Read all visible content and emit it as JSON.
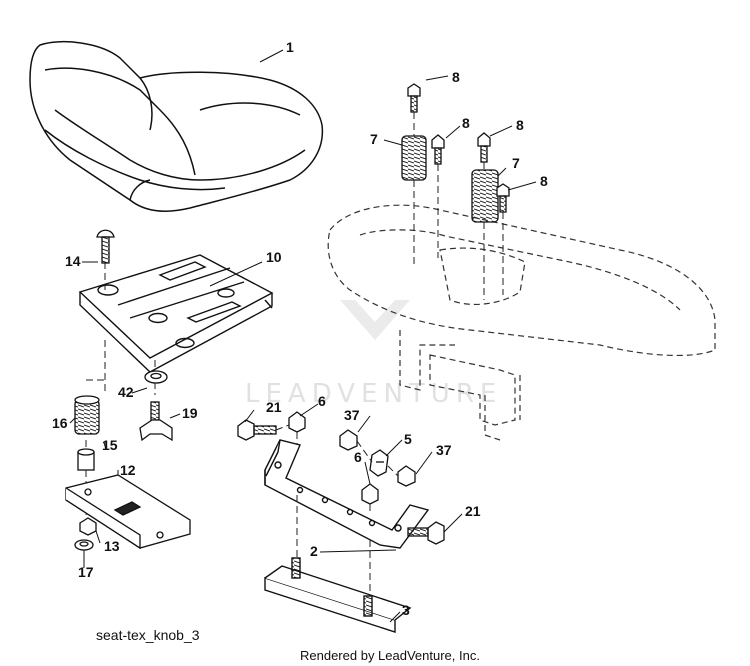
{
  "diagram": {
    "caption": "seat-tex_knob_3",
    "credit": "Rendered by LeadVenture, Inc.",
    "watermark": "LEADVENTURE"
  },
  "callouts": {
    "c1": "1",
    "c2": "2",
    "c3": "3",
    "c5": "5",
    "c6a": "6",
    "c6b": "6",
    "c7a": "7",
    "c7b": "7",
    "c8a": "8",
    "c8b": "8",
    "c8c": "8",
    "c8d": "8",
    "c10": "10",
    "c12": "12",
    "c13": "13",
    "c14": "14",
    "c15": "15",
    "c16": "16",
    "c17": "17",
    "c19": "19",
    "c21a": "21",
    "c21b": "21",
    "c37a": "37",
    "c37b": "37",
    "c42": "42"
  }
}
